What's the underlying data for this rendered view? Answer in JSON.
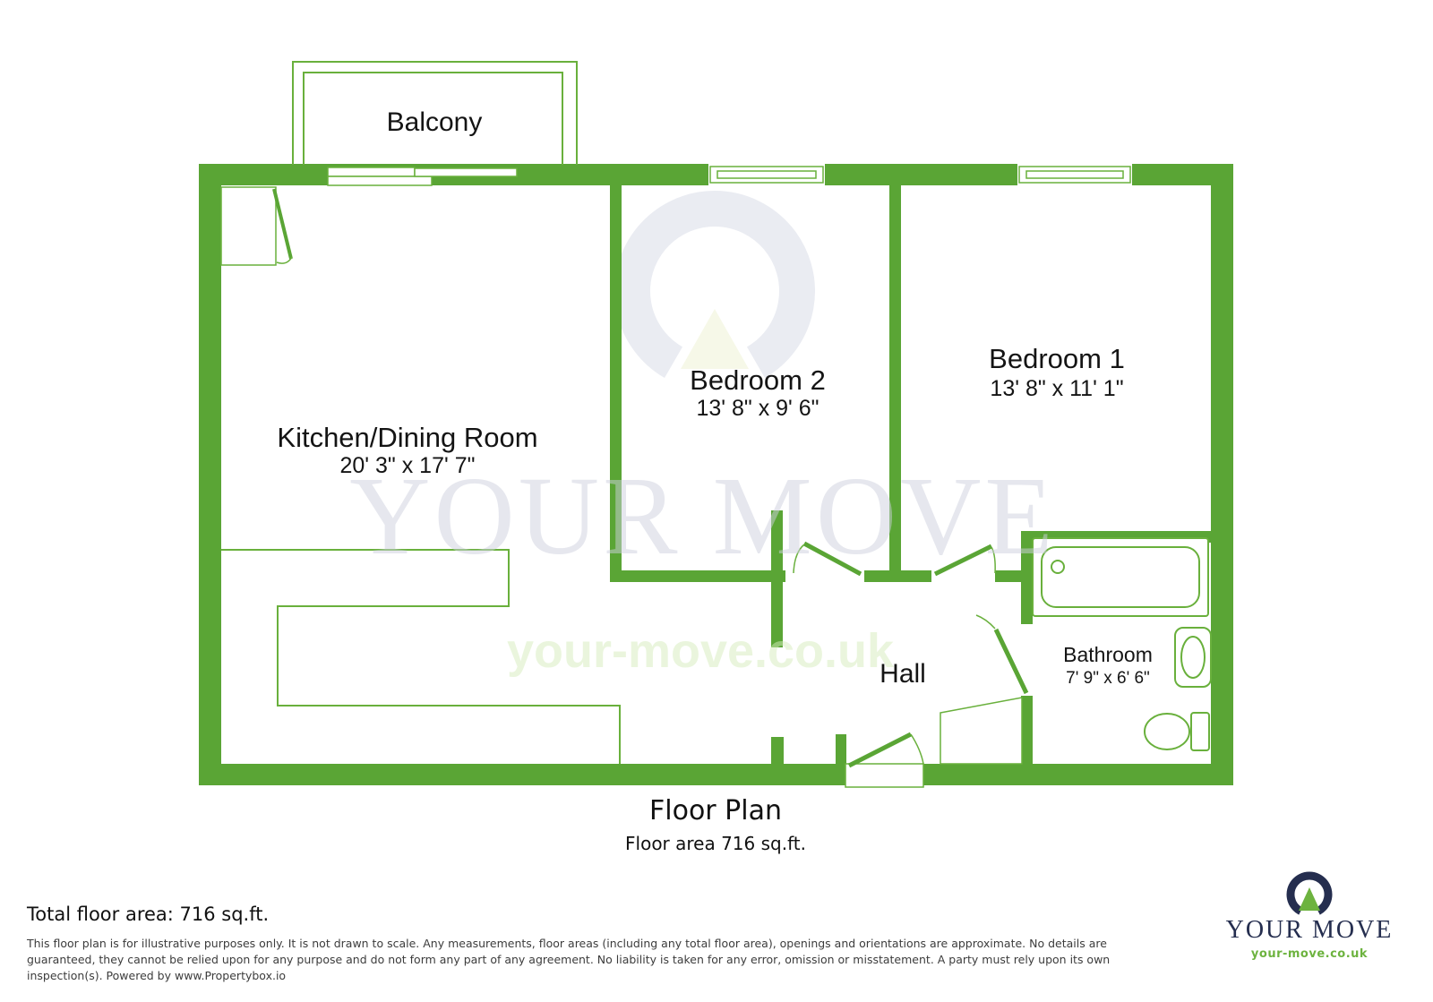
{
  "floor_plan": {
    "watermark": {
      "line1": "YOUR MOVE",
      "line2": "your-move.co.uk"
    },
    "rooms": {
      "balcony": {
        "name": "Balcony"
      },
      "kitchen": {
        "name": "Kitchen/Dining Room",
        "dims": "20' 3\" x 17' 7\""
      },
      "bedroom2": {
        "name": "Bedroom 2",
        "dims": "13' 8\" x 9' 6\""
      },
      "bedroom1": {
        "name": "Bedroom 1",
        "dims": "13' 8\" x 11' 1\""
      },
      "hall": {
        "name": "Hall"
      },
      "bathroom": {
        "name": "Bathroom",
        "dims": "7' 9\" x 6' 6\""
      }
    },
    "title": "Floor Plan",
    "subtitle": "Floor area 716 sq.ft."
  },
  "footer": {
    "total_area": "Total floor area: 716 sq.ft.",
    "disclaimer_line1": "This floor plan is for illustrative purposes only. It is not drawn to scale. Any measurements, floor areas (including any total floor area), openings and orientations are approximate. No details are",
    "disclaimer_line2": "guaranteed, they cannot be relied upon for any purpose and do not form any part of any agreement. No liability is taken for any error, omission or misstatement. A party must rely upon its own",
    "disclaimer_line3": "inspection(s). Powered by www.Propertybox.io"
  },
  "logo": {
    "name": "YOUR MOVE",
    "url": "your-move.co.uk"
  },
  "colors": {
    "wall_green": "#5aa535",
    "line_green": "#69b03c",
    "logo_navy": "#252e4f",
    "logo_green": "#6db33f"
  }
}
